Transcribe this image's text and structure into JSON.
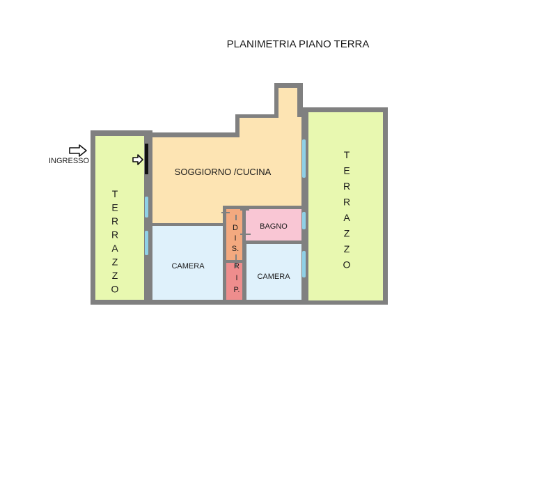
{
  "title": "PLANIMETRIA PIANO TERRA",
  "entrance_label": "INGRESSO",
  "colors": {
    "wall": "#808080",
    "terrace": "#e8f8b0",
    "living": "#fde4b3",
    "bedroom": "#dff1fb",
    "bathroom": "#f9c6d4",
    "hall": "#f3a97f",
    "storage": "#ee8d8d",
    "window": "#8fd0e6"
  },
  "rooms": {
    "terrace_left": [
      "T",
      "E",
      "R",
      "R",
      "A",
      "Z",
      "Z",
      "O"
    ],
    "terrace_right": [
      "T",
      "E",
      "R",
      "R",
      "A",
      "Z",
      "Z",
      "O"
    ],
    "living": "SOGGIORNO /CUCINA",
    "bedroom_left": "CAMERA",
    "bedroom_right": "CAMERA",
    "bathroom": "BAGNO",
    "hall": [
      "D",
      "I",
      "S."
    ],
    "storage": [
      "R",
      "I",
      "P."
    ]
  }
}
